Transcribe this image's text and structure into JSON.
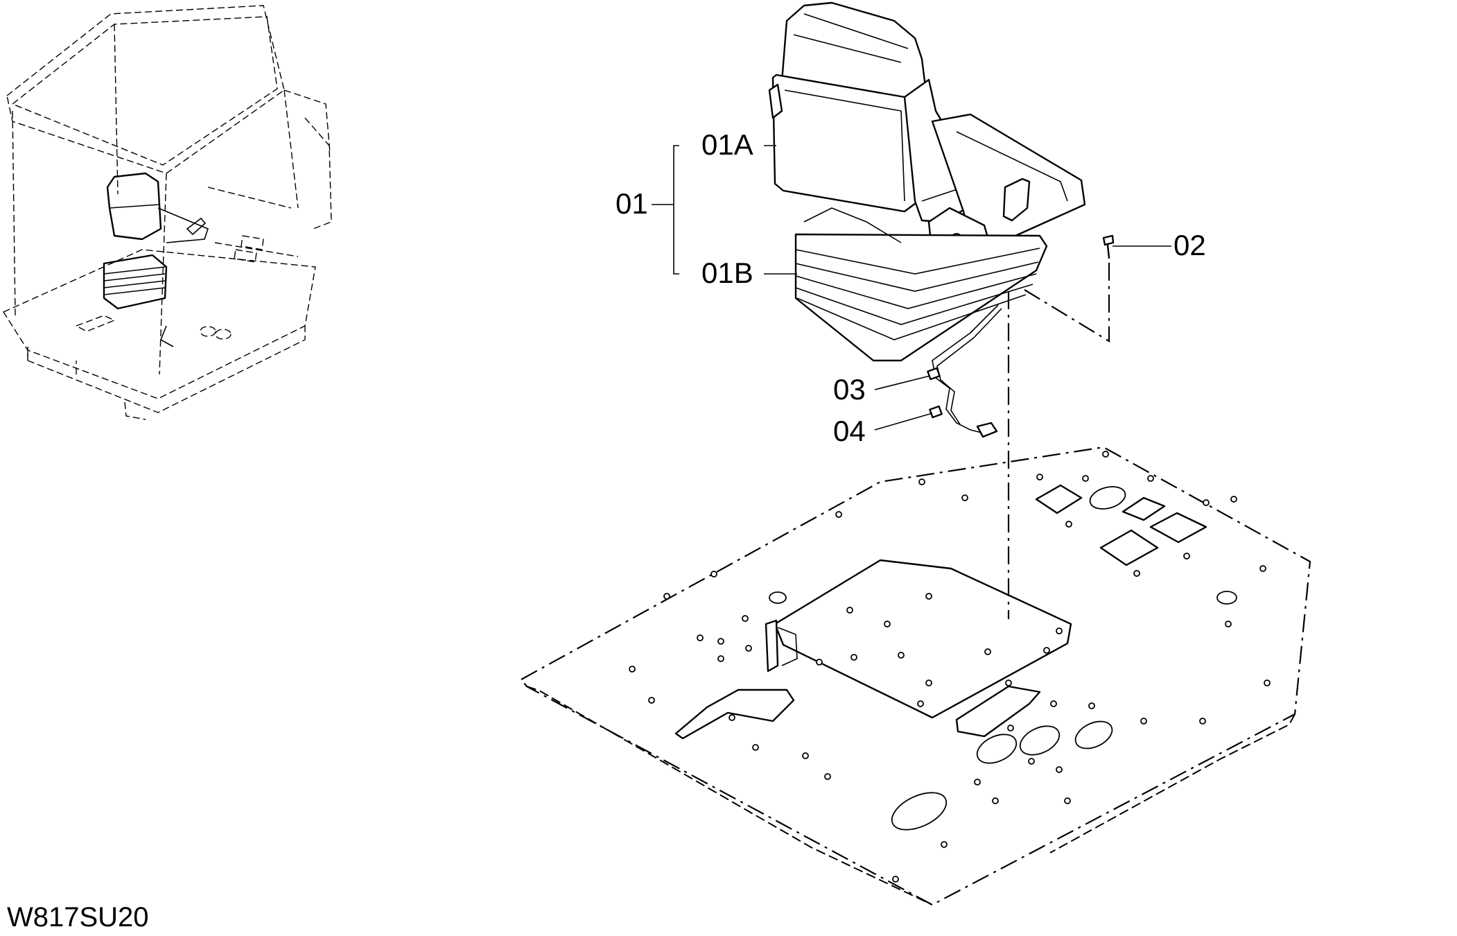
{
  "drawing": {
    "code": "W817SU20"
  },
  "callouts": {
    "c01": "01",
    "c01a": "01A",
    "c01b": "01B",
    "c02": "02",
    "c03": "03",
    "c04": "04"
  }
}
